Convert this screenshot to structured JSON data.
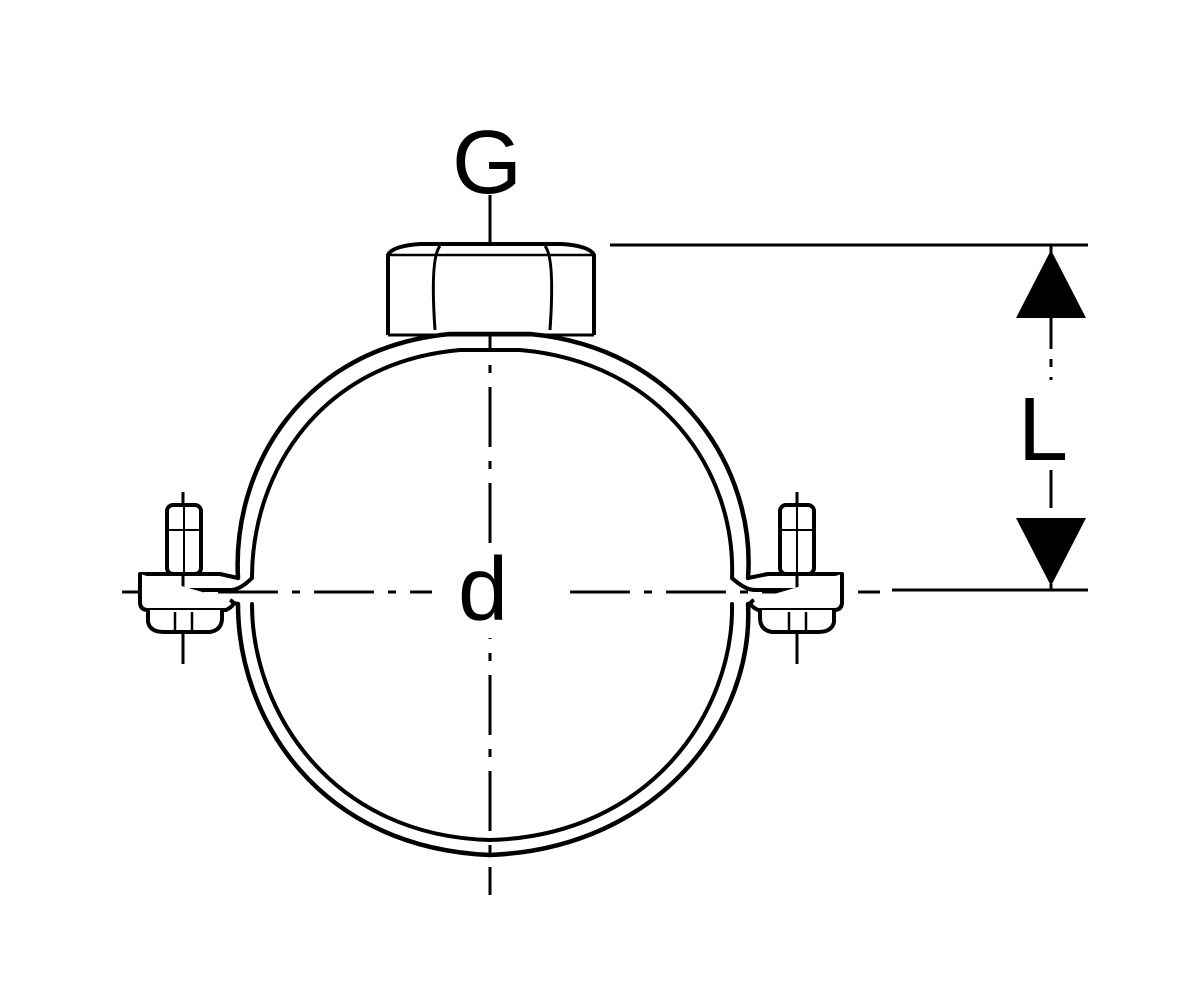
{
  "diagram": {
    "labels": {
      "thread": "G",
      "length": "L",
      "diameter": "d"
    },
    "colors": {
      "stroke": "#000000",
      "background": "#ffffff"
    }
  }
}
